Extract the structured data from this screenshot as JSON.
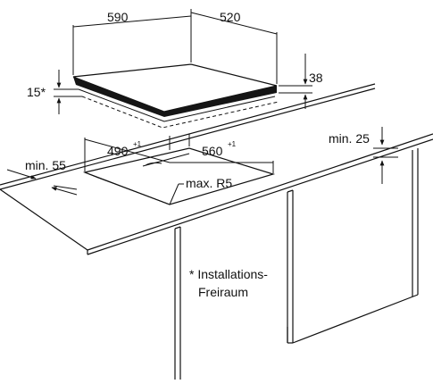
{
  "colors": {
    "line": "#111111",
    "hob_top": "#ffffff",
    "hob_glass": "#151515",
    "background": "#ffffff"
  },
  "hob": {
    "width": "590",
    "depth": "520",
    "height": "38",
    "clearance": "15*"
  },
  "cutout": {
    "width": "560",
    "width_tol": "+1",
    "depth": "490",
    "depth_tol": "+1",
    "radius": "max. R5"
  },
  "distances": {
    "front": "min. 55",
    "wall": "min. 25"
  },
  "footnote": {
    "line1": "* Installations-",
    "line2": "Freiraum"
  }
}
